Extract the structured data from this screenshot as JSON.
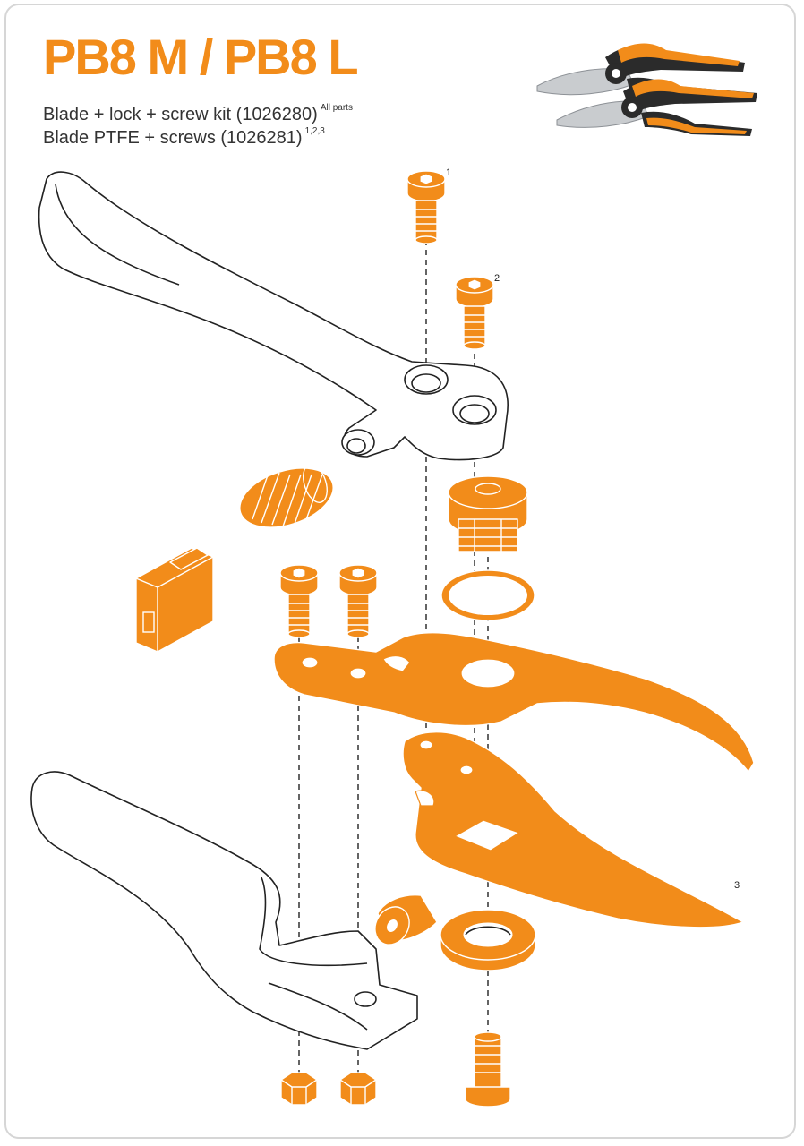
{
  "header": {
    "title": "PB8 M / PB8 L",
    "line1": {
      "text": "Blade + lock + screw kit (1026280)",
      "note": "All parts"
    },
    "line2": {
      "text": "Blade PTFE + screws (1026281)",
      "note": "1,2,3"
    }
  },
  "callouts": {
    "c1": "1",
    "c2": "2",
    "c3": "3"
  },
  "colors": {
    "accent": "#F28C1A",
    "outline": "#222222",
    "text": "#333333",
    "frame": "#d6d6d6"
  }
}
